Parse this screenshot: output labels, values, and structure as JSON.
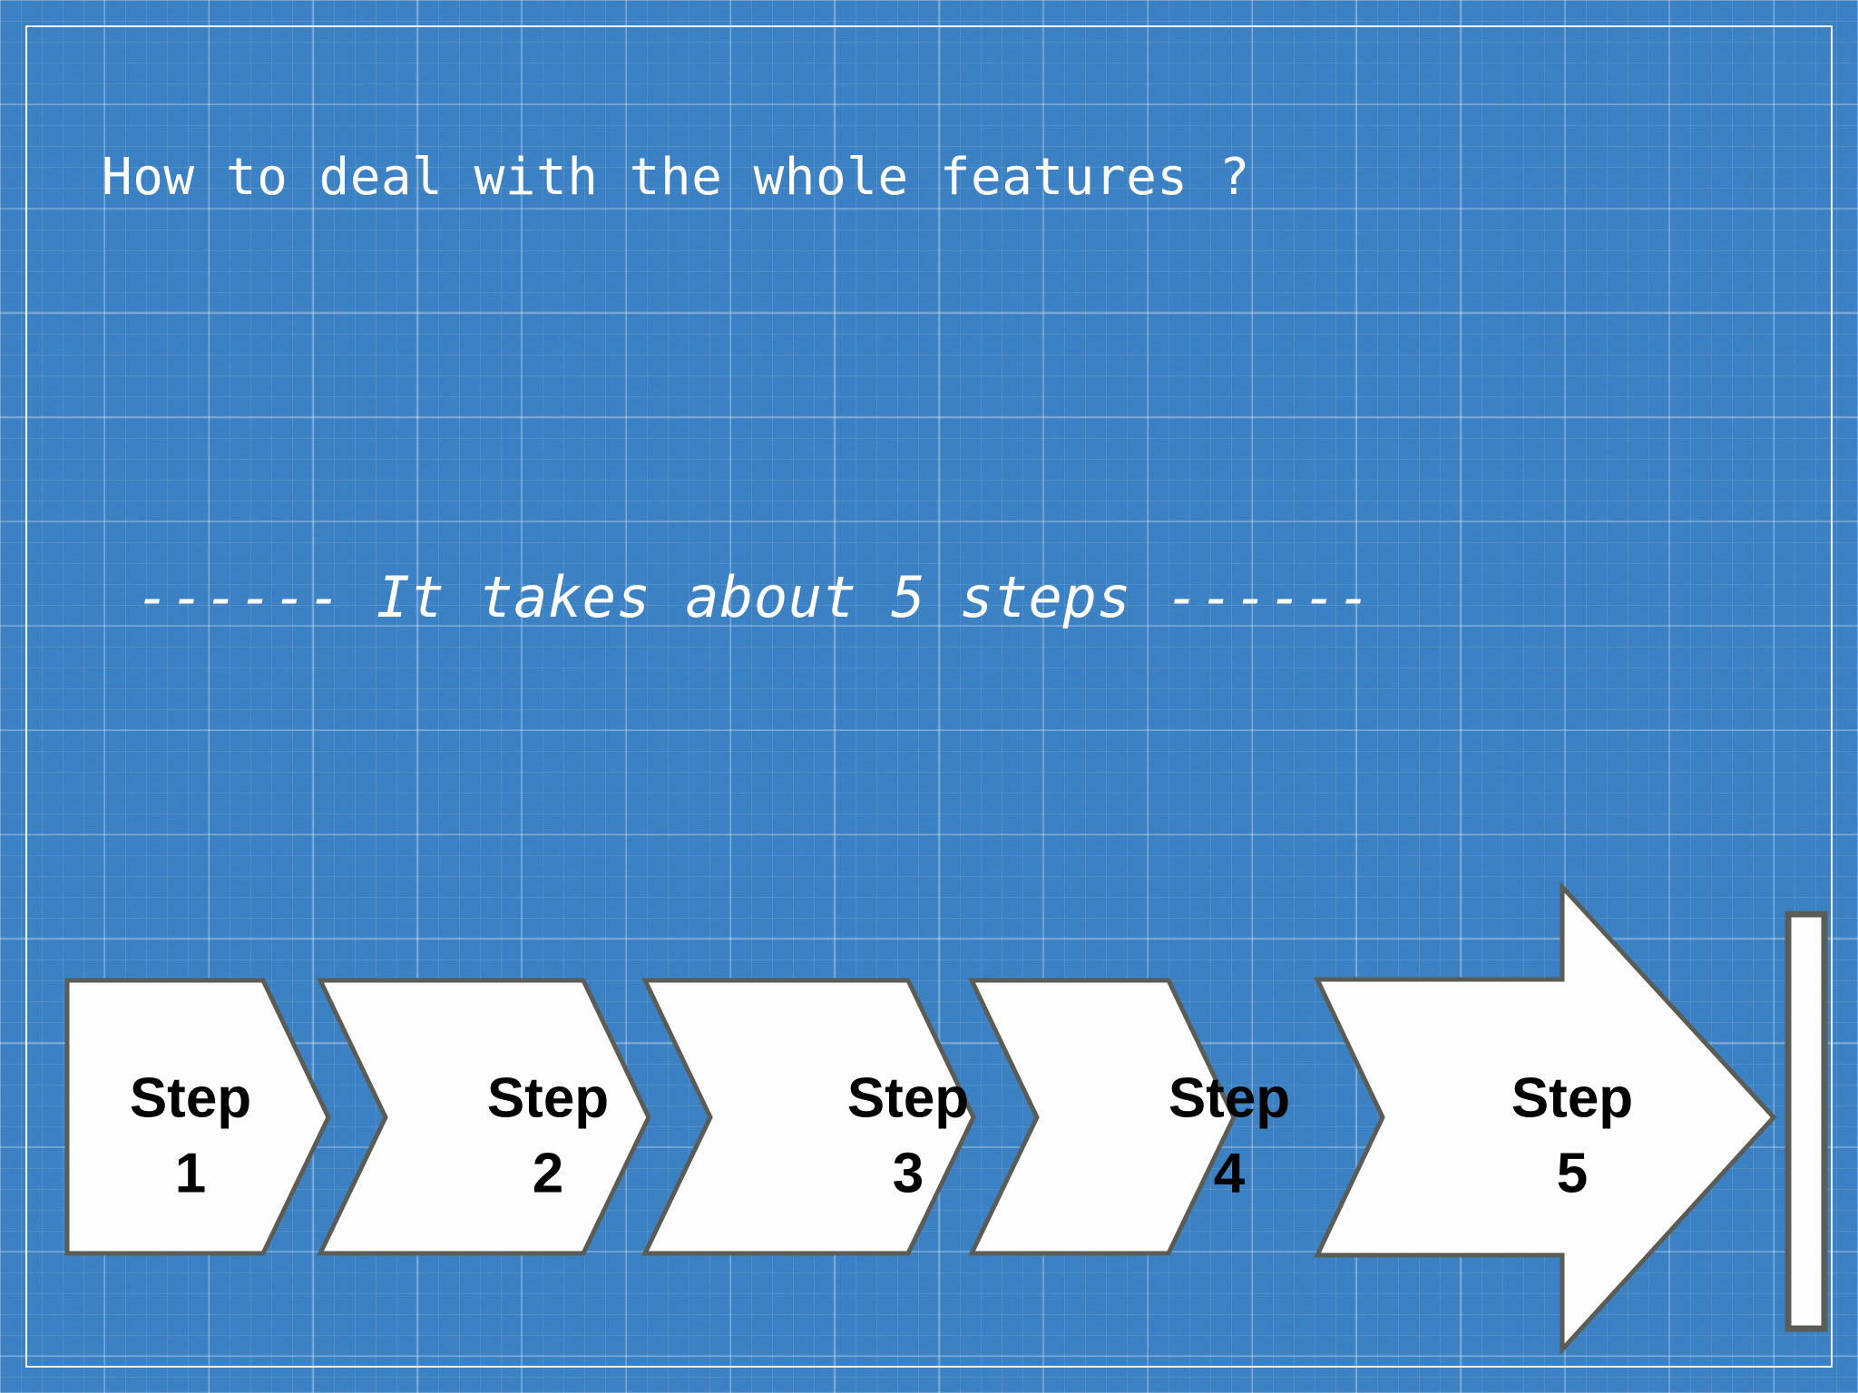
{
  "slide": {
    "background_color": "#3b82c4",
    "frame_color": "#ffffff",
    "title": "How to deal with the whole features ?",
    "subtitle": "------ It takes about 5 steps ------"
  },
  "process": {
    "shape_fill": "#fdfdfd",
    "shape_stroke": "#5c5c56",
    "steps": [
      {
        "label": "Step",
        "number": "1",
        "kind": "start-chevron"
      },
      {
        "label": "Step",
        "number": "2",
        "kind": "chevron"
      },
      {
        "label": "Step",
        "number": "3",
        "kind": "chevron"
      },
      {
        "label": "Step",
        "number": "4",
        "kind": "chevron"
      },
      {
        "label": "Step",
        "number": "5",
        "kind": "big-arrow"
      }
    ],
    "end_marker": {
      "kind": "vertical-bar"
    }
  }
}
